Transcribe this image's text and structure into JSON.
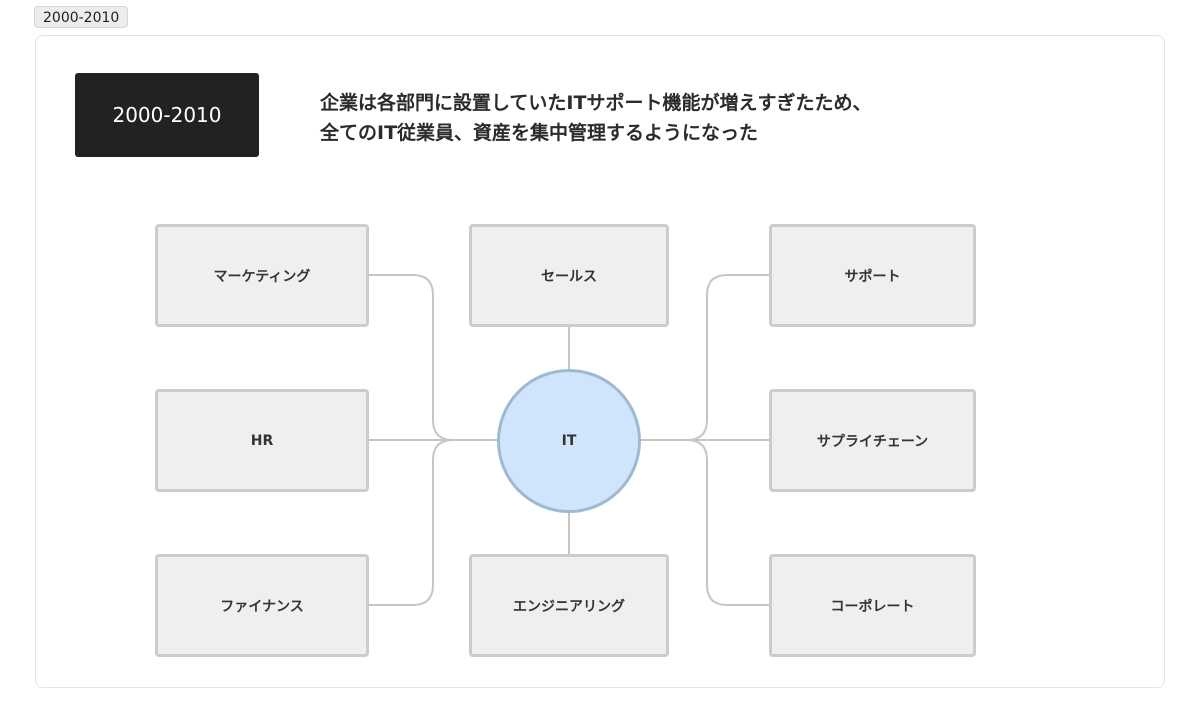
{
  "tag_label": "2000-2010",
  "era_label": "2000-2010",
  "headline": {
    "line1": "企業は各部門に設置していたITサポート機能が増えすぎたため、",
    "line2": "全てのIT従業員、資産を集中管理するようになった"
  },
  "diagram": {
    "hub": "IT",
    "nodes": {
      "marketing": "マーケティング",
      "sales": "セールス",
      "support": "サポート",
      "hr": "HR",
      "supply_chain": "サプライチェーン",
      "finance": "ファイナンス",
      "engineering": "エンジニアリング",
      "corporate": "コーポレート"
    },
    "colors": {
      "hub_fill": "#cfe5fb",
      "hub_border": "#9fb9d2",
      "node_fill": "#efefef",
      "node_border": "#cccccc",
      "connector": "#c6c6c6"
    }
  }
}
